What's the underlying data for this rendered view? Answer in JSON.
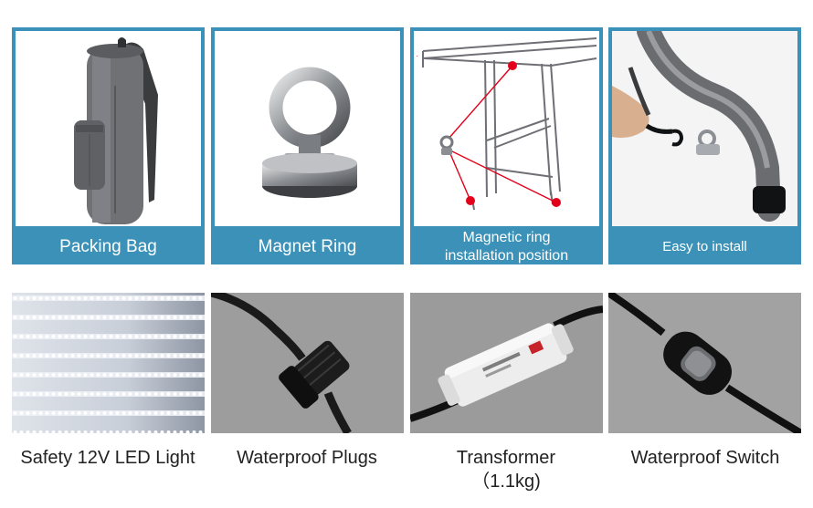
{
  "top_row": [
    {
      "caption": "Packing Bag"
    },
    {
      "caption": "Magnet Ring"
    },
    {
      "caption_line1": "Magnetic ring",
      "caption_line2": "installation position"
    },
    {
      "caption": "Easy to install"
    }
  ],
  "bottom_row": [
    {
      "label": "Safety 12V LED Light"
    },
    {
      "label": "Waterproof Plugs"
    },
    {
      "label_line1": "Transformer",
      "label_line2": "（1.1kg)"
    },
    {
      "label": "Waterproof Switch"
    }
  ],
  "colors": {
    "caption_bar": "#3b91b7",
    "caption_text": "#ffffff",
    "label_text": "#222222",
    "marker": "#e2001a"
  }
}
